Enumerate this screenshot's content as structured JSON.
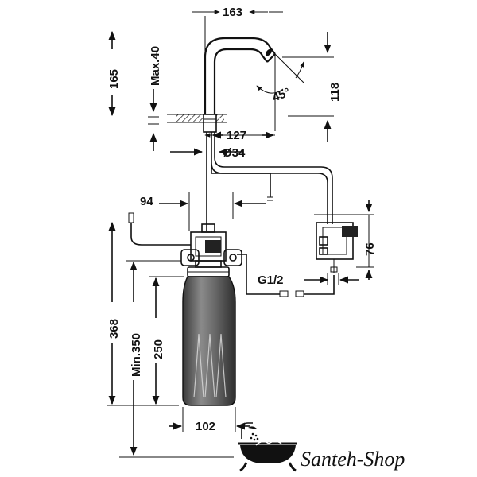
{
  "dimensions": {
    "top_width": "163",
    "height_165": "165",
    "max_40": "Max.40",
    "spout_118": "118",
    "angle_45": "45°",
    "reach_127": "127",
    "diameter_34": "Ø34",
    "width_94": "94",
    "box_76": "76",
    "thread_g12": "G1/2",
    "bottle_368": "368",
    "min_350": "Min.350",
    "bottle_250": "250",
    "bottle_102": "102"
  },
  "brand": {
    "name": "Santeh-Shop",
    "icon": "bathtub-shower-icon"
  },
  "colors": {
    "ink": "#111111",
    "background": "#ffffff",
    "bottle": "#6e6e6e"
  }
}
